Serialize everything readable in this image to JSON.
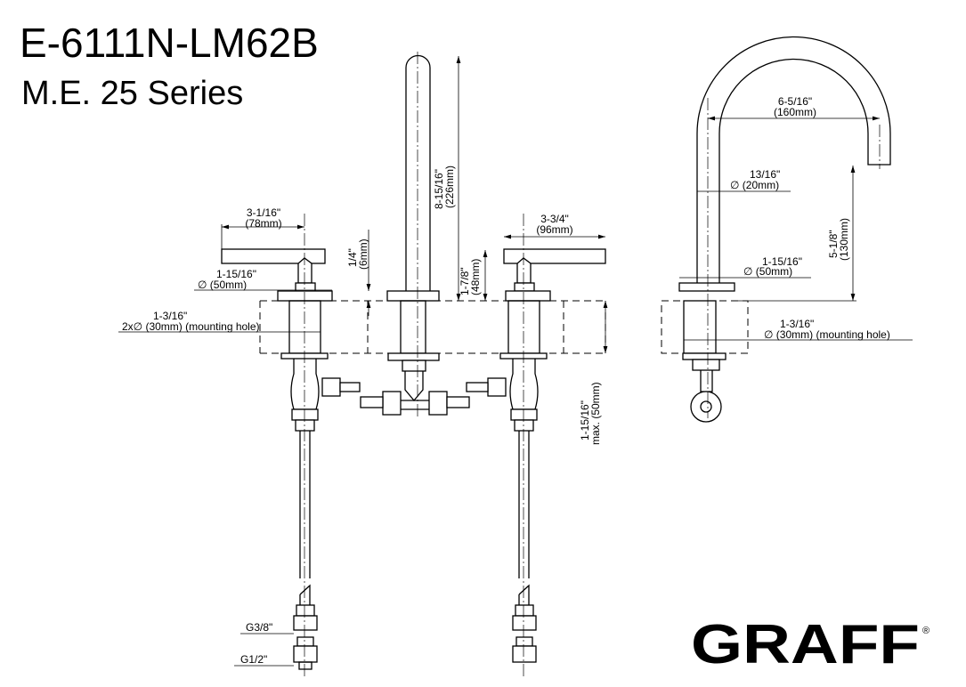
{
  "title": {
    "model": "E-6111N-LM62B",
    "series": "M.E. 25 Series"
  },
  "brand": {
    "logo": "GRAFF",
    "mark": "®"
  },
  "front_view": {
    "handle_length": {
      "inch": "3-1/16\"",
      "mm": "(78mm)"
    },
    "handle_flange": {
      "inch": "1-15/16\"",
      "mm": "∅ (50mm)"
    },
    "mounting_hole": {
      "inch": "1-3/16\"",
      "mm": "2x∅ (30mm) (mounting hole)"
    },
    "flange_height": {
      "inch": "1/4\"",
      "mm": "(6mm)"
    },
    "spout_height": {
      "inch": "8-15/16\"",
      "mm": "(226mm)"
    },
    "spout_lever_height": {
      "inch": "1-7/8\"",
      "mm": "(48mm)"
    },
    "right_handle_length": {
      "inch": "3-3/4\"",
      "mm": "(96mm)"
    },
    "deck_thickness": {
      "inch": "1-15/16\"",
      "mm": "max. (50mm)"
    },
    "supply_g38": "G3/8\"",
    "supply_g12": "G1/2\""
  },
  "side_view": {
    "spout_reach": {
      "inch": "6-5/16\"",
      "mm": "(160mm)"
    },
    "spout_diameter": {
      "inch": "13/16\"",
      "mm": "∅ (20mm)"
    },
    "spout_clearance": {
      "inch": "5-1/8\"",
      "mm": "(130mm)"
    },
    "flange_diameter": {
      "inch": "1-15/16\"",
      "mm": "∅ (50mm)"
    },
    "mounting_hole": {
      "inch": "1-3/16\"",
      "mm": "∅ (30mm) (mounting hole)"
    }
  }
}
